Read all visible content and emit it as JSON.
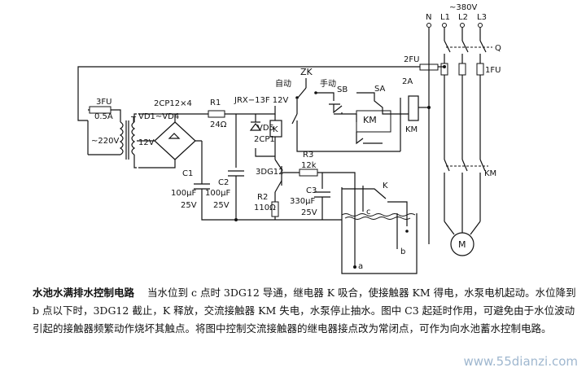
{
  "diagram": {
    "labels": {
      "voltage": "~380V",
      "n": "N",
      "l1": "L1",
      "l2": "L2",
      "l3": "L3",
      "q": "Q",
      "fu1": "1FU",
      "fu2": "2FU",
      "fu2_rating": "2A",
      "fu3": "3FU",
      "fu3_rating": "0.5A",
      "ac220": "~220V",
      "transformer": "T",
      "v12": "12V",
      "bridge": "2CP12×4",
      "vd": "VD1~VD4",
      "r1": "R1",
      "r1_val": "24Ω",
      "relay_model": "JRX−13F 12V",
      "vd5": "VD5",
      "vd5_model": "2CP1",
      "relay_k": "K",
      "c1": "C1",
      "c1_val": "100μF",
      "c1_v": "25V",
      "c2": "C2",
      "c2_val": "100μF",
      "c2_v": "25V",
      "transistor": "3DG12",
      "r2": "R2",
      "r2_val": "110Ω",
      "r3": "R3",
      "r3_val": "12k",
      "c3": "C3",
      "c3_val": "330μF",
      "c3_v": "25V",
      "k_contact": "K",
      "probe_c": "c",
      "probe_b": "b",
      "probe_a": "a",
      "zk": "ZK",
      "auto": "自动",
      "manual": "手动",
      "sb": "SB",
      "sa": "SA",
      "km_coil": "KM",
      "km_aux": "KM",
      "km_main": "KM",
      "motor": "M"
    }
  },
  "caption": {
    "title": "水池水满排水控制电路",
    "body": "当水位到 c 点时 3DG12 导通，继电器 K 吸合，使接触器 KM 得电，水泵电机起动。水位降到 b 点以下时，3DG12 截止，K 释放，交流接触器 KM 失电，水泵停止抽水。图中 C3 起延时作用，可避免由于水位波动引起的接触器频繁动作烧坏其触点。将图中控制交流接触器的继电器接点改为常闭点，可作为向水池蓄水控制电路。"
  },
  "watermark": "www.55dianzi.com"
}
